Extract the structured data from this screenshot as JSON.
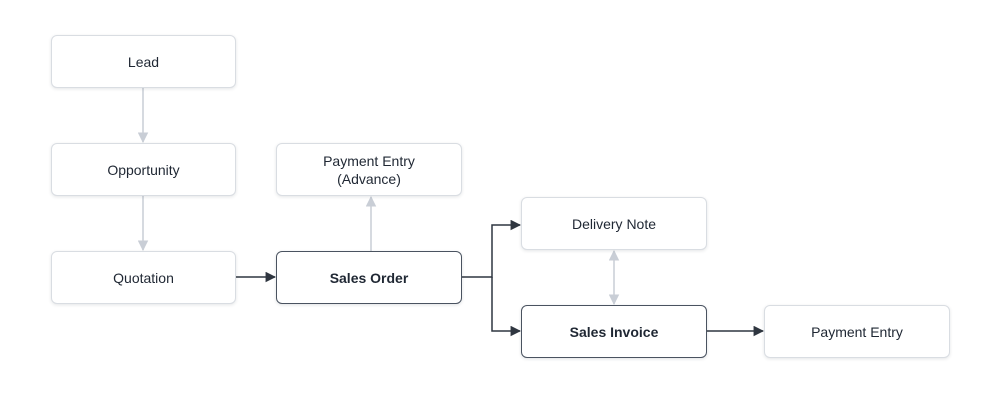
{
  "nodes": {
    "lead": "Lead",
    "opportunity": "Opportunity",
    "quotation": "Quotation",
    "sales_order": "Sales Order",
    "payment_advance": "Payment Entry\n(Advance)",
    "delivery_note": "Delivery Note",
    "sales_invoice": "Sales Invoice",
    "payment_entry": "Payment Entry"
  },
  "edges": [
    {
      "from": "lead",
      "to": "opportunity",
      "style": "light"
    },
    {
      "from": "opportunity",
      "to": "quotation",
      "style": "light"
    },
    {
      "from": "quotation",
      "to": "sales_order",
      "style": "dark"
    },
    {
      "from": "sales_order",
      "to": "payment_advance",
      "style": "light"
    },
    {
      "from": "sales_order",
      "to": "delivery_note",
      "style": "dark"
    },
    {
      "from": "sales_order",
      "to": "sales_invoice",
      "style": "dark"
    },
    {
      "from": "delivery_note",
      "to": "sales_invoice",
      "style": "light-bidirectional"
    },
    {
      "from": "sales_invoice",
      "to": "payment_entry",
      "style": "dark"
    }
  ],
  "colors": {
    "edge_dark": "#2f3640",
    "edge_light": "#c9ced6",
    "node_border": "#d9dde2",
    "node_border_primary": "#4a5360",
    "text": "#1f2733"
  }
}
